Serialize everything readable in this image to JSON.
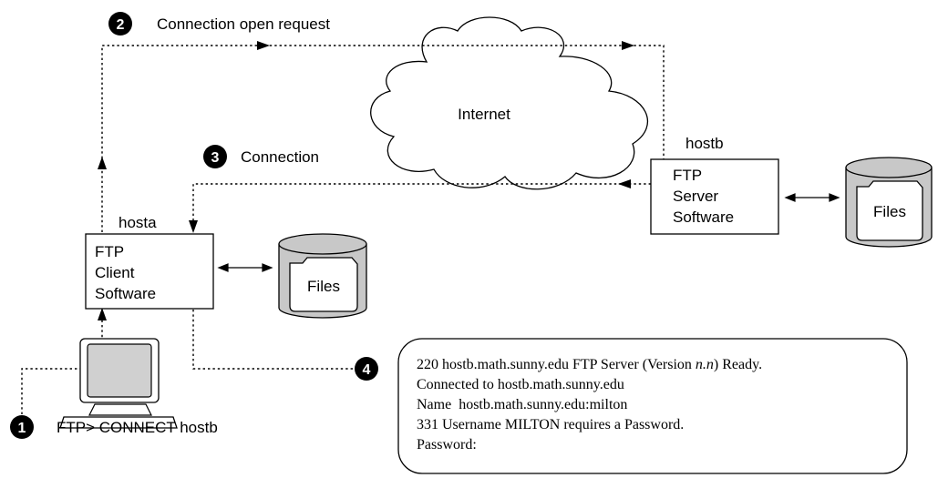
{
  "steps": {
    "step1": {
      "number": "1",
      "label": "FTP> CONNECT hostb"
    },
    "step2": {
      "number": "2",
      "label": "Connection open request"
    },
    "step3": {
      "number": "3",
      "label": "Connection"
    },
    "step4": {
      "number": "4"
    }
  },
  "cloud": {
    "label": "Internet"
  },
  "client": {
    "host_label": "hosta",
    "box_lines": [
      "FTP",
      "Client",
      "Software"
    ],
    "files_label": "Files"
  },
  "server": {
    "host_label": "hostb",
    "box_lines": [
      "FTP",
      "Server",
      "Software"
    ],
    "files_label": "Files"
  },
  "terminal": {
    "line1_prefix": "220 hostb.math.sunny.edu FTP Server (Version ",
    "line1_version": "n.n",
    "line1_suffix": ") Ready.",
    "line2": "Connected to hostb.math.sunny.edu",
    "line3": "Name  hostb.math.sunny.edu:milton",
    "line4": "331 Username MILTON requires a Password.",
    "line5": "Password:"
  }
}
